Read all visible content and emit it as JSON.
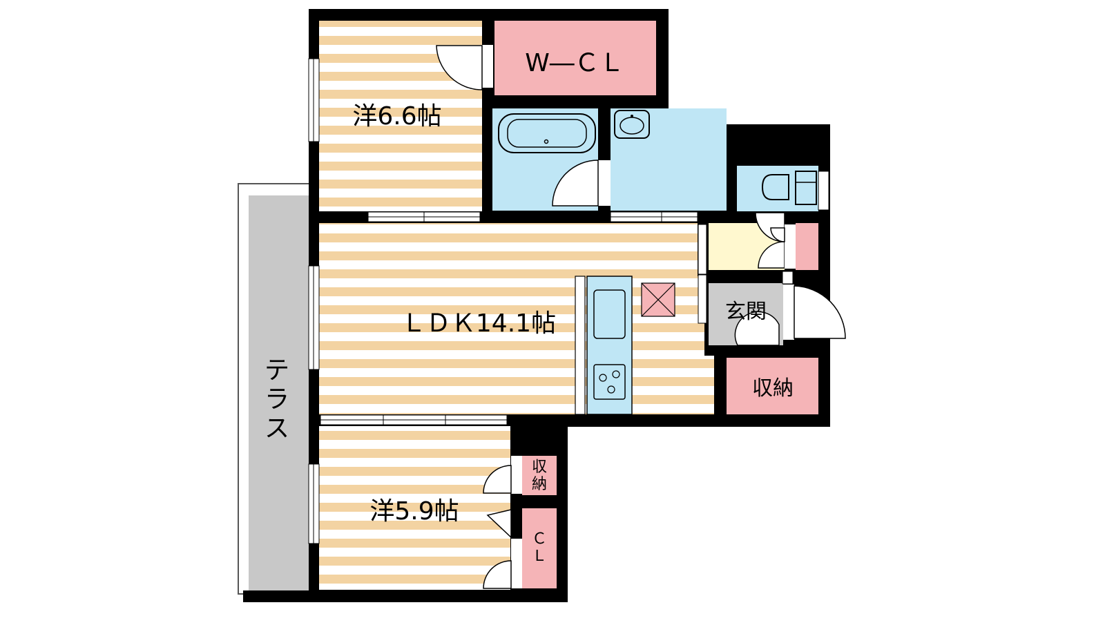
{
  "floorplan": {
    "rooms": {
      "western_1": {
        "label": "洋6.6帖"
      },
      "walk_in_closet": {
        "label": "W―ＣＬ"
      },
      "ldk": {
        "label": "ＬＤＫ14.1帖"
      },
      "entrance": {
        "label": "玄関"
      },
      "storage_entrance": {
        "label": "収納"
      },
      "western_2": {
        "label": "洋5.9帖"
      },
      "storage_small": {
        "label_line1": "収",
        "label_line2": "納"
      },
      "closet": {
        "label_line1": "Ｃ",
        "label_line2": "Ｌ"
      },
      "terrace": {
        "label_line1": "テ",
        "label_line2": "ラ",
        "label_line3": "ス"
      }
    },
    "colors": {
      "wall": "#000000",
      "stripe_a": "#f3d3a2",
      "stripe_b": "#ffffff",
      "wet_area": "#bfe6f5",
      "storage": "#f5b4b7",
      "entrance_floor": "#cccccc",
      "terrace": "#c8c8c8",
      "hall": "#fff8cf"
    }
  }
}
